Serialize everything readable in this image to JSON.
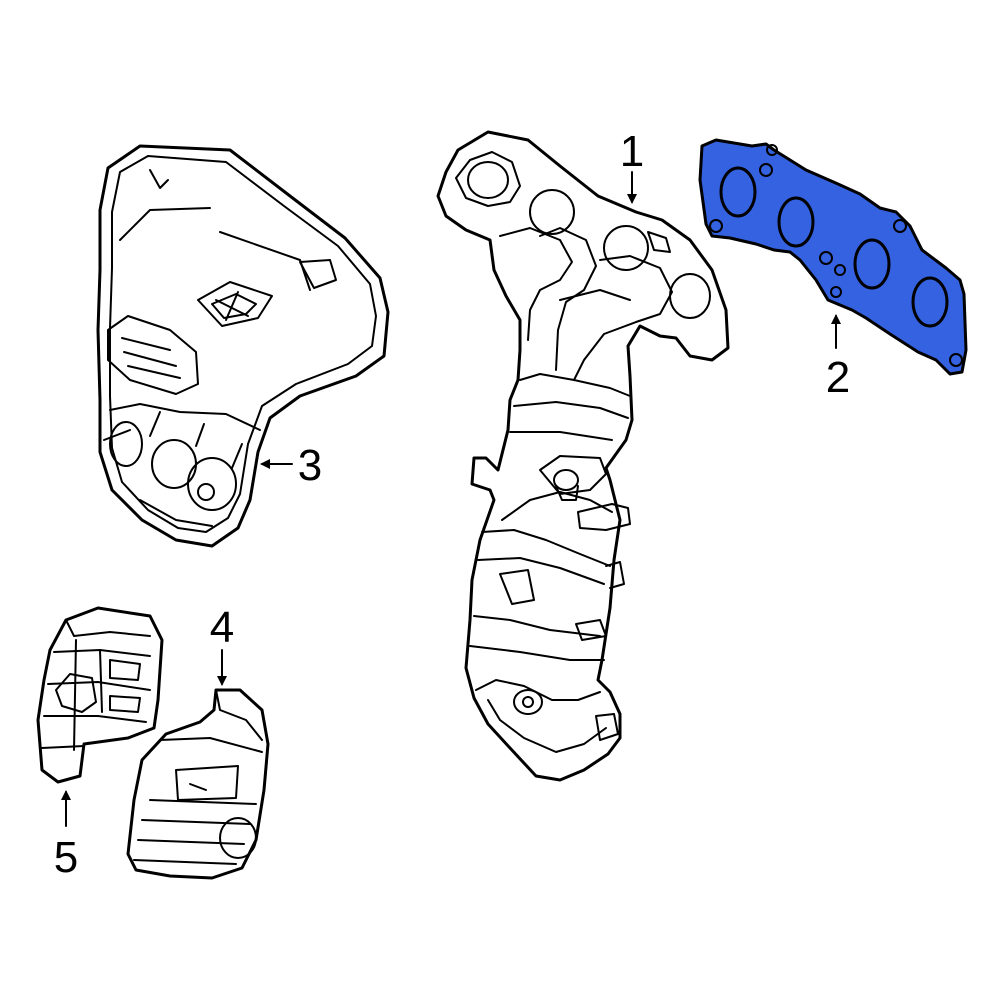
{
  "colors": {
    "highlight": "#3462e0",
    "line": "#000000",
    "background": "#ffffff"
  },
  "callouts": [
    {
      "number": "1",
      "part": "exhaust-manifold-with-catalytic-converter"
    },
    {
      "number": "2",
      "part": "exhaust-manifold-gasket",
      "highlighted": true
    },
    {
      "number": "3",
      "part": "upper-heat-shield"
    },
    {
      "number": "4",
      "part": "lower-heat-shield"
    },
    {
      "number": "5",
      "part": "lower-heat-shield"
    }
  ]
}
